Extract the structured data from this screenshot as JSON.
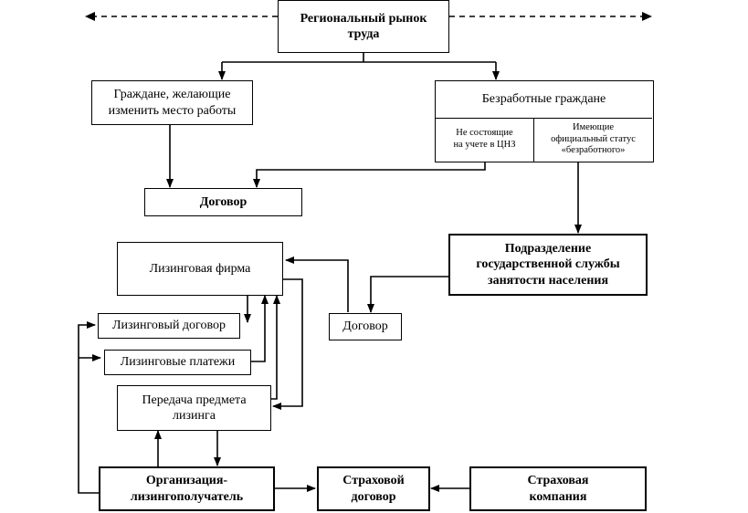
{
  "diagram": {
    "nodes": {
      "market": "Региональный рынок\nтруда",
      "citizens_change": "Граждане, желающие\nизменить место работы",
      "unemployed": "Безработные граждане",
      "not_registered": "Не состоящие\nна учете в ЦНЗ",
      "official_status": "Имеющие\nофициальный статус\n«безработного»",
      "contract_top": "Договор",
      "employment_service": "Подразделение\nгосударственной службы\nзанятости населения",
      "leasing_firm": "Лизинговая фирма",
      "leasing_contract": "Лизинговый договор",
      "leasing_payments": "Лизинговые платежи",
      "transfer": "Передача предмета\nлизинга",
      "contract_mid": "Договор",
      "lessee": "Организация-\nлизингополучатель",
      "insurance_contract": "Страховой\nдоговор",
      "insurance_company": "Страховая\nкомпания"
    }
  }
}
